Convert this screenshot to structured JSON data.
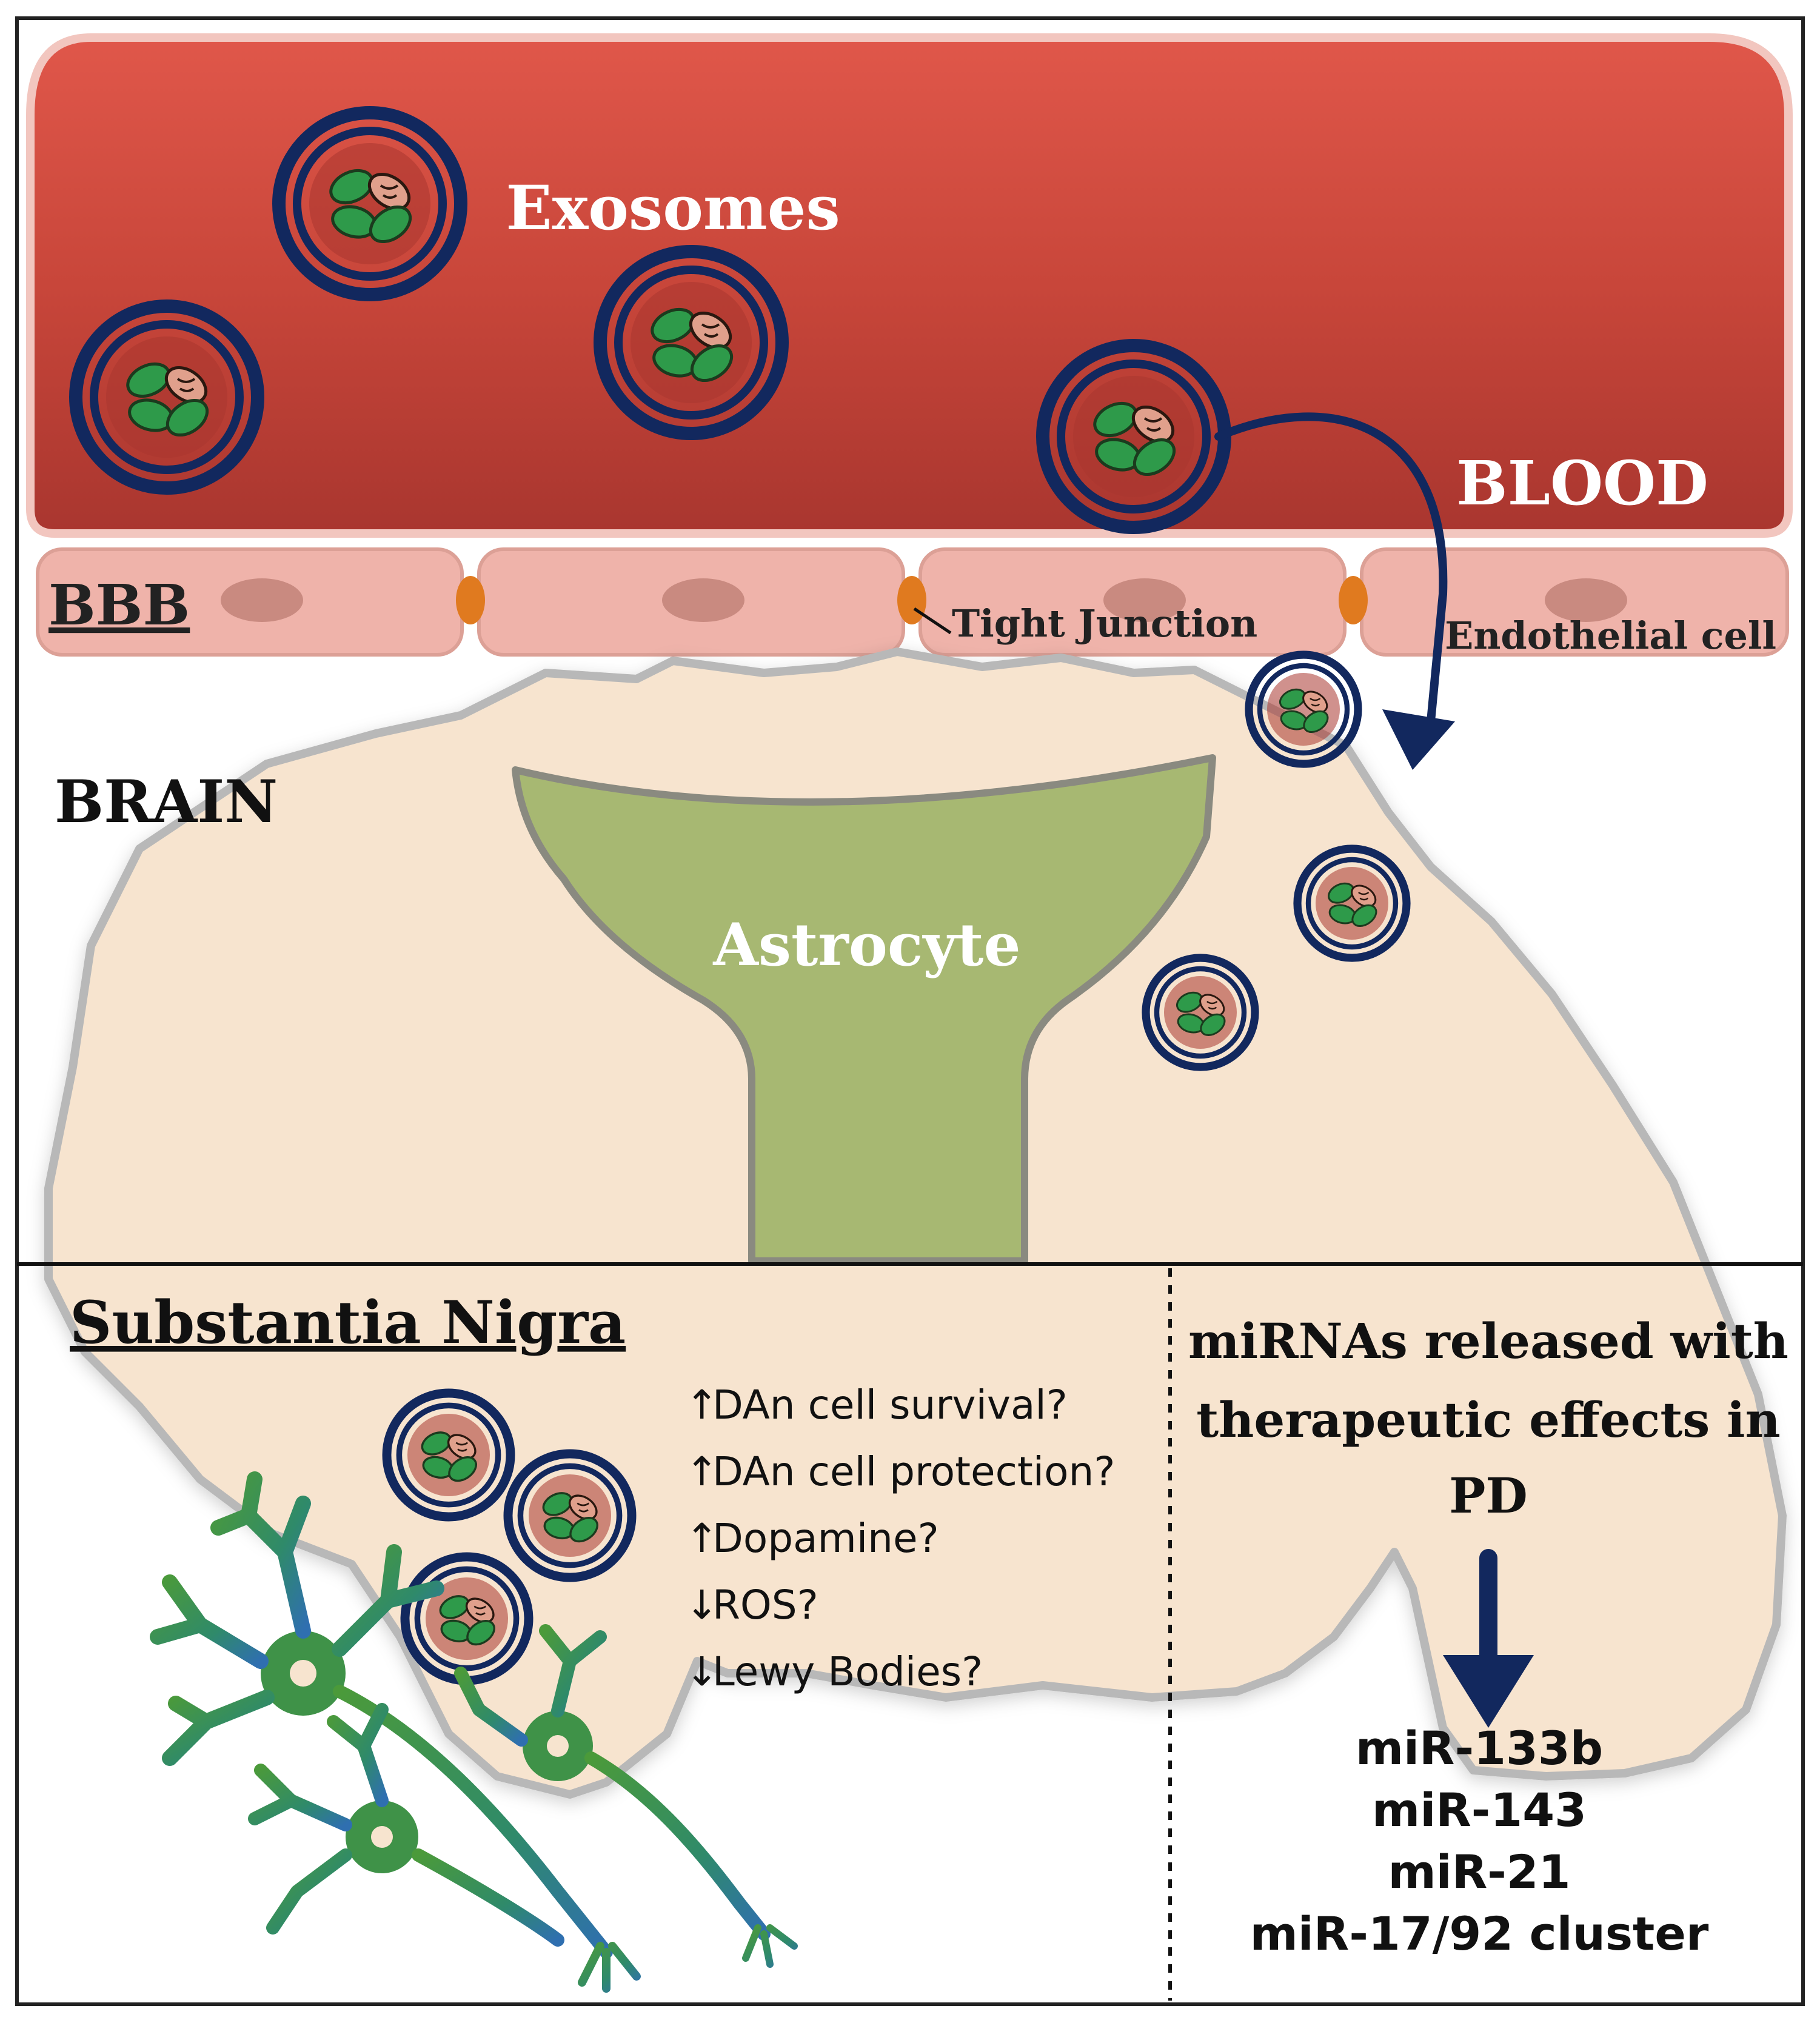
{
  "labels": {
    "exosomes": "Exosomes",
    "blood": "BLOOD",
    "bbb": "BBB",
    "tight_junction": "Tight Junction",
    "endothelial_cell": "Endothelial cell",
    "brain": "BRAIN",
    "astrocyte": "Astrocyte",
    "substantia_nigra": "Substantia Nigra"
  },
  "effects": [
    {
      "arrow": "↑",
      "text": "DAn cell survival?"
    },
    {
      "arrow": "↑",
      "text": "DAn cell protection?"
    },
    {
      "arrow": "↑",
      "text": "Dopamine?"
    },
    {
      "arrow": "↓",
      "text": "ROS?"
    },
    {
      "arrow": "↓",
      "text": "Lewy Bodies?"
    }
  ],
  "mirna_panel": {
    "heading_lines": [
      "miRNAs released with",
      "therapeutic effects in",
      "PD"
    ],
    "mirnas": [
      "miR-133b",
      "miR-143",
      "miR-21",
      "miR-17/92 cluster"
    ]
  },
  "icons": {
    "exosome": "exosome-icon",
    "neuron": "neuron-icon",
    "arrow": "transport-arrow-icon"
  },
  "colors": {
    "blood": "#c8463a",
    "endothelium": "#efb3aa",
    "tight_junction": "#e07a1f",
    "brain": "#f7e4cf",
    "astrocyte": "#a7b872",
    "exosome_ring": "#12285e",
    "neuron": "#3a8a5a"
  }
}
